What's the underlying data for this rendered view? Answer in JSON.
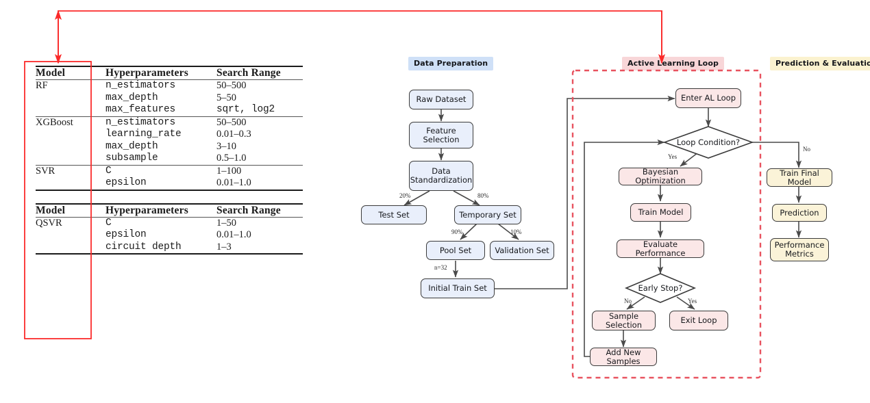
{
  "tables": {
    "headers": [
      "Model",
      "Hyperparameters",
      "Search Range"
    ],
    "table1_groups": [
      {
        "model": "RF",
        "rows": [
          {
            "param": "n_estimators",
            "range": "50–500"
          },
          {
            "param": "max_depth",
            "range": "5–50"
          },
          {
            "param": "max_features",
            "range": "sqrt, log2"
          }
        ]
      },
      {
        "model": "XGBoost",
        "rows": [
          {
            "param": "n_estimators",
            "range": "50–500"
          },
          {
            "param": "learning_rate",
            "range": "0.01–0.3"
          },
          {
            "param": "max_depth",
            "range": "3–10"
          },
          {
            "param": "subsample",
            "range": "0.5–1.0"
          }
        ]
      },
      {
        "model": "SVR",
        "rows": [
          {
            "param": "C",
            "range": "1–100"
          },
          {
            "param": "epsilon",
            "range": "0.01–1.0"
          }
        ]
      }
    ],
    "table2_groups": [
      {
        "model": "QSVR",
        "rows": [
          {
            "param": "C",
            "range": "1–50"
          },
          {
            "param": "epsilon",
            "range": "0.01–1.0"
          },
          {
            "param": "circuit depth",
            "range": "1–3"
          }
        ]
      }
    ]
  },
  "annotation": {
    "color": "#fb2a2a",
    "description": "red-callout-arrow-from-hyperparameter-table-to-active-learning-loop"
  },
  "flow": {
    "sections": [
      {
        "id": "data-preparation",
        "label": "Data Preparation",
        "color": "#cfe0f7"
      },
      {
        "id": "active-learning-loop",
        "label": "Active Learning Loop",
        "color": "#f8d6d8"
      },
      {
        "id": "prediction-evaluation",
        "label": "Prediction & Evaluation",
        "color": "#fbf2cf"
      }
    ],
    "nodes": {
      "raw_dataset": "Raw Dataset",
      "feature_selection": "Feature\nSelection",
      "feature_selection_l1": "Feature",
      "feature_selection_l2": "Selection",
      "data_standardization_l1": "Data",
      "data_standardization_l2": "Standardization",
      "test_set": "Test Set",
      "temporary_set": "Temporary Set",
      "pool_set": "Pool Set",
      "validation_set": "Validation Set",
      "initial_train_set": "Initial Train Set",
      "enter_al_loop": "Enter AL Loop",
      "loop_condition": "Loop Condition?",
      "bayesian_optimization": "Bayesian Optimization",
      "train_model": "Train Model",
      "evaluate_performance": "Evaluate Performance",
      "early_stop": "Early Stop?",
      "sample_selection": "Sample Selection",
      "exit_loop": "Exit Loop",
      "add_new_samples": "Add New Samples",
      "train_final_model": "Train Final Model",
      "prediction": "Prediction",
      "performance_metrics_l1": "Performance",
      "performance_metrics_l2": "Metrics"
    },
    "edge_labels": {
      "test_split": "20%",
      "temp_split": "80%",
      "pool_split": "90%",
      "val_split": "10%",
      "initial_n": "n=32",
      "loop_yes": "Yes",
      "loop_no": "No",
      "early_no": "No",
      "early_yes": "Yes"
    }
  }
}
